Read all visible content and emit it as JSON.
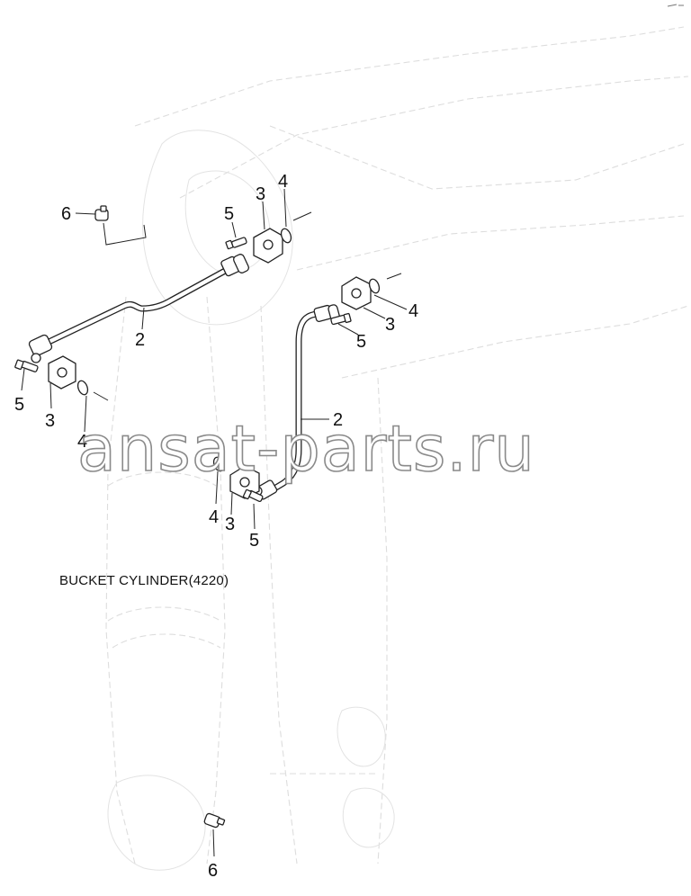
{
  "caption": "BUCKET CYLINDER(4220)",
  "watermark": "ansat-parts.ru",
  "callouts": {
    "c6_top": "6",
    "c5_a": "5",
    "c3_a": "3",
    "c4_a": "4",
    "c2_a": "2",
    "c5_b": "5",
    "c3_b": "3",
    "c4_b": "4",
    "c3_c": "3",
    "c4_c": "4",
    "c5_c": "5",
    "c2_b": "2",
    "c4_d": "4",
    "c3_d": "3",
    "c5_d": "5",
    "c6_bottom": "6"
  },
  "colors": {
    "line": "#222222",
    "ghost": "#dddddd",
    "watermark_stroke": "#8a8a8a"
  }
}
